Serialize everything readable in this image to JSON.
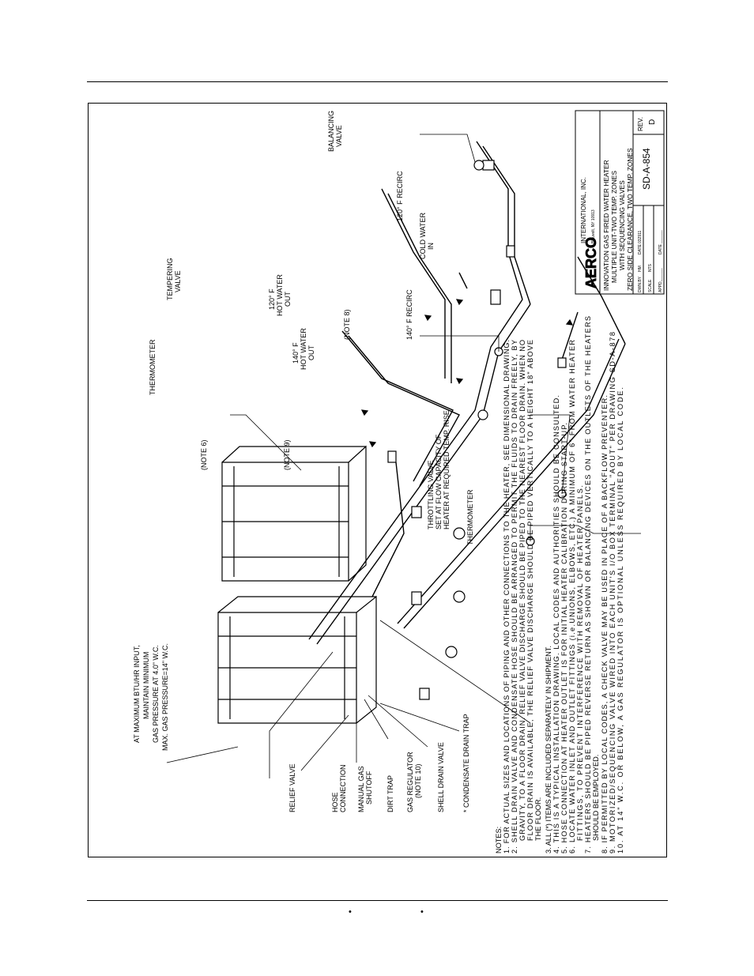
{
  "labels": {
    "balancing_valve": [
      "BALANCING",
      "VALVE"
    ],
    "recirc_120": "120° F RECIRC",
    "cold_water": [
      "COLD WATER",
      "IN"
    ],
    "tempering_valve": [
      "TEMPERING",
      "VALVE"
    ],
    "hot_out_120": [
      "120° F",
      "HOT WATER",
      "OUT"
    ],
    "recirc_140": "140° F RECIRC",
    "note8": "(NOTE 8)",
    "thermometer_top": "THERMOMETER",
    "hot_out_140": [
      "140° F",
      "HOT WATER",
      "OUT"
    ],
    "note6": "(NOTE 6)",
    "note9": "(NOTE 9)",
    "throttling_valve": [
      "THROTTLING VALVE",
      "SET AT FLOW CAPACITY OF",
      "HEATER AT REQUIRED TEMP. RISE"
    ],
    "thermometer_bottom": "THERMOMETER",
    "max_btu": [
      "AT MAXIMUM BTU/HR INPUT,",
      "MAINTAIN MINIMUM",
      "GAS PRESSURE AT 4.0\" W.C.",
      "MAX. GAS PRESSURE=14\" W.C."
    ],
    "relief_valve": "RELIEF VALVE",
    "hose_connection": [
      "HOSE",
      "CONNECTION"
    ],
    "manual_gas_shutoff": [
      "MANUAL GAS",
      "SHUTOFF"
    ],
    "dirt_trap": "DIRT TRAP",
    "gas_regulator": [
      "GAS REGULATOR",
      "(NOTE 10)"
    ],
    "shell_drain_valve": "SHELL DRAIN VALVE",
    "condensate_drain_trap": "* CONDENSATE DRAIN TRAP"
  },
  "notes": [
    "NOTES:",
    "1. FOR ACTUAL SIZES AND LOCATIONS OF PIPING AND OTHER CONNECTIONS TO THE HEATER, SEE DIMENSIONAL DRAWING.",
    "2. SHELL DRAIN VALVE AND CONDENSATE HOSE SHOULD BE ARRANGED TO PERMIT THE FLUIDS TO DRAIN FREELY, BY",
    "GRAVITY, TO A FLOOR DRAIN. RELIEF VALVE DISCHARGE SHOULD BE PIPED TO THE NEAREST FLOOR DRAIN. WHEN NO",
    "FLOOR DRAIN IS AVAILABLE, THE RELIEF VALVE DISCHARGE SHOULD BE PIPED VERTICALLY TO A HEIGHT 18\" ABOVE",
    "THE FLOOR.",
    "3. ALL (*) ITEMS ARE INCLUDED SEPARATELY IN SHIPMENT.",
    "4. THIS IS A TYPICAL INSTALLATION DRAWING. LOCAL CODES AND AUTHORITIES SHOULD BE CONSULTED.",
    "5. HOSE CONNECTION AT HEATER OUTLET IS FOR INITIAL HEATER CALIBRATION DURING START-UP.",
    "6. LOCATE WATER INLET AND OUTLET FITTINGS (i.e.UNIONS, ELBOWS, ETC.) A MINIMUM OF 6\" FROM WATER HEATER",
    "FITTINGS, TO PREVENT INTERFERENCE WITH REMOVAL OF HEATER PANELS.",
    "7. HEATERS SHOULD BE PIPED REVERSE RETURN AS SHOWN OR BALANCING DEVICES ON THE OUTLETS OF THE HEATERS",
    "SHOULD BE EMPLOYED.",
    "8. IF PERMITTED BY LOCAL CODES, A CHECK VALVE MAY BE USED IN PLACE OF A BACKFLOW PREVENTER.",
    "9. MOTORIZED/SEQUENCING VALVE WIRED INTO EACH UNIT'S I/O BOX TERMINAL \"AOUT\" PER DRAWING SD-A-878",
    "10. AT 14\" W.C. OR BELOW, A GAS REGULATOR IS OPTIONAL UNLESS REQUIRED BY LOCAL CODE."
  ],
  "title_block": {
    "logo": "AERCO",
    "company": "INTERNATIONAL, INC.",
    "address": "Blauvelt, NY 10913",
    "description": [
      "INNOVATION GAS FIRED WATER HEATER",
      "MULTIPLE UNIT-TWO TEMP. ZONES",
      "WITH SEQUENCING VALVES",
      "ZERO SIDE CLEARANCE, TWO TEMP. ZONES"
    ],
    "dwn_by_label": "DWN.BY",
    "dwn_by": "HM",
    "date_label": "DATE",
    "date": "032911",
    "scale_label": "SCALE",
    "scale": "NTS",
    "appd_label": "APPD.",
    "appd": "______",
    "date2_label": "DATE",
    "date2": "______",
    "drawing_no": "SD-A-854",
    "rev_label": "REV.",
    "rev": "D"
  },
  "footer": {
    "bullet_1": "•",
    "bullet_2": "•"
  }
}
